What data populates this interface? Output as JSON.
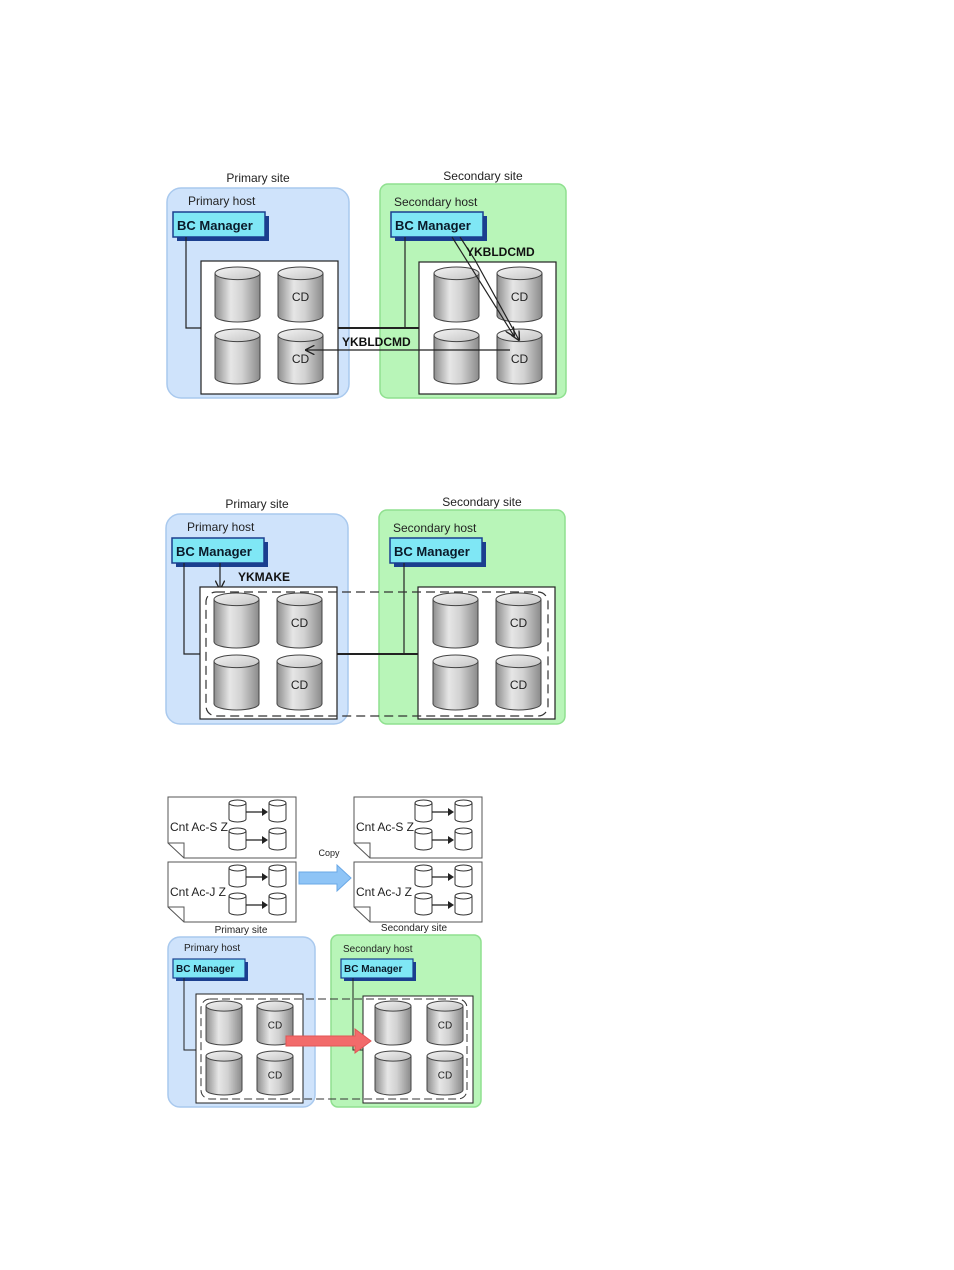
{
  "diagram1": {
    "primary_site": "Primary site",
    "secondary_site": "Secondary site",
    "primary_host": "Primary host",
    "secondary_host": "Secondary host",
    "bc_manager_primary": "BC Manager",
    "bc_manager_secondary": "BC Manager",
    "command_top": "YKBLDCMD",
    "command_link": "YKBLDCMD",
    "cd_label": "CD"
  },
  "diagram2": {
    "primary_site": "Primary site",
    "secondary_site": "Secondary site",
    "primary_host": "Primary host",
    "secondary_host": "Secondary host",
    "bc_manager_primary": "BC Manager",
    "bc_manager_secondary": "BC Manager",
    "command": "YKMAKE",
    "cd_label": "CD"
  },
  "diagram3": {
    "files_primary": [
      "Cnt Ac-S Z",
      "Cnt Ac-J Z"
    ],
    "files_secondary": [
      "Cnt Ac-S Z",
      "Cnt Ac-J Z"
    ],
    "copy_label": "Copy",
    "primary_site": "Primary site",
    "secondary_site": "Secondary site",
    "primary_host": "Primary host",
    "secondary_host": "Secondary host",
    "bc_manager_primary": "BC Manager",
    "bc_manager_secondary": "BC Manager",
    "cd_label": "CD"
  },
  "colors": {
    "primary_bg": "#cfe3fb",
    "secondary_bg": "#b8f5b8",
    "bc_manager_bg": "#7fe7f5",
    "copy_arrow": "#8ec4f6",
    "replication_arrow": "#f26b6b"
  }
}
